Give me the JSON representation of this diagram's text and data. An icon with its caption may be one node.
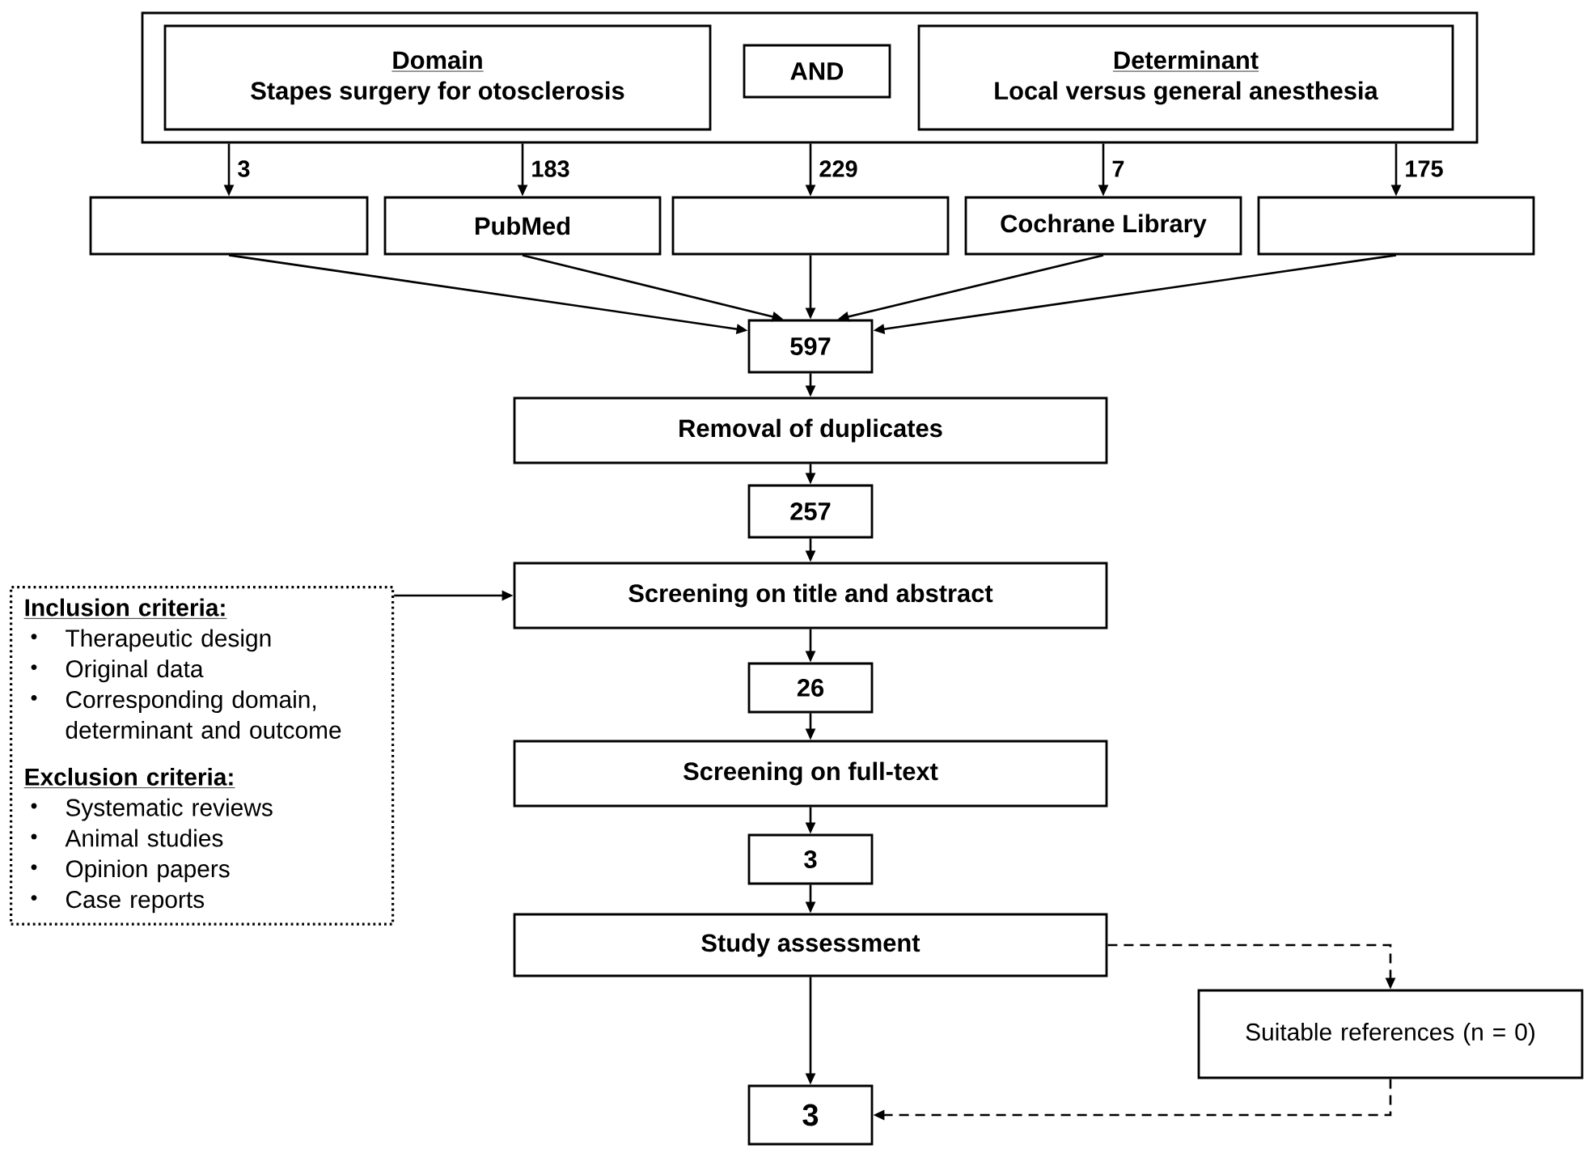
{
  "diagram": {
    "nodes": [
      {
        "text": [],
        "shape": "box"
      },
      {
        "text": [
          "Domain",
          "Stapes surgery for otosclerosis"
        ],
        "in": 0
      },
      {
        "text": [
          "AND"
        ],
        "in": 0
      },
      {
        "text": [
          "Determinant",
          "Local versus general anesthesia"
        ],
        "in": 0
      },
      {
        "text": [],
        "shape": "box"
      },
      {
        "text": [
          "PubMed"
        ]
      },
      {
        "text": [],
        "shape": "box"
      },
      {
        "text": [
          "Cochrane Library"
        ]
      },
      {
        "text": [],
        "shape": "box"
      },
      {
        "text": [
          "597"
        ]
      },
      {
        "text": [
          "Removal of duplicates"
        ]
      },
      {
        "text": [
          "257"
        ]
      },
      {
        "text": [
          "Screening on title and abstract"
        ]
      },
      {
        "text": [
          "Inclusion criteria:",
          "Therapeutic design",
          "Original data",
          "Corresponding domain, determinant and outcome",
          "Exclusion criteria:",
          "Systematic reviews",
          "Animal studies",
          "Opinion papers",
          "Case reports"
        ]
      },
      {
        "text": [
          "26"
        ]
      },
      {
        "text": [
          "Screening on full-text"
        ]
      },
      {
        "text": [
          "3"
        ]
      },
      {
        "text": [
          "Study assessment"
        ]
      },
      {
        "text": [
          "Suitable references (n = 0)"
        ]
      },
      {
        "text": [
          "3"
        ]
      }
    ],
    "edges": [
      {
        "from": 0,
        "to": 4,
        "arrow": "to",
        "label": "3"
      },
      {
        "from": 0,
        "to": 5,
        "arrow": "to",
        "label": "183"
      },
      {
        "from": 0,
        "to": 6,
        "arrow": "to",
        "label": "229"
      },
      {
        "from": 0,
        "to": 7,
        "arrow": "to",
        "label": "7"
      },
      {
        "from": 0,
        "to": 8,
        "arrow": "to",
        "label": "175"
      },
      {
        "from": 4,
        "to": 9,
        "arrow": "to"
      },
      {
        "from": 5,
        "to": 9,
        "arrow": "to"
      },
      {
        "from": 6,
        "to": 9,
        "arrow": "to"
      },
      {
        "from": 7,
        "to": 9,
        "arrow": "to"
      },
      {
        "from": 8,
        "to": 9,
        "arrow": "to"
      },
      {
        "from": 9,
        "to": 10,
        "arrow": "to"
      },
      {
        "from": 10,
        "to": 11,
        "arrow": "to"
      },
      {
        "from": 11,
        "to": 12,
        "arrow": "to"
      },
      {
        "from": 13,
        "to": 12,
        "arrow": "to"
      },
      {
        "from": 12,
        "to": 14,
        "arrow": "to"
      },
      {
        "from": 14,
        "to": 15,
        "arrow": "to"
      },
      {
        "from": 15,
        "to": 16,
        "arrow": "to"
      },
      {
        "from": 16,
        "to": 17,
        "arrow": "to"
      },
      {
        "from": 17,
        "to": 19,
        "arrow": "to"
      },
      {
        "from": 17,
        "to": 18,
        "arrow": "to",
        "style": "dashed"
      },
      {
        "from": 18,
        "to": 19,
        "arrow": "to",
        "style": "dashed"
      }
    ]
  }
}
